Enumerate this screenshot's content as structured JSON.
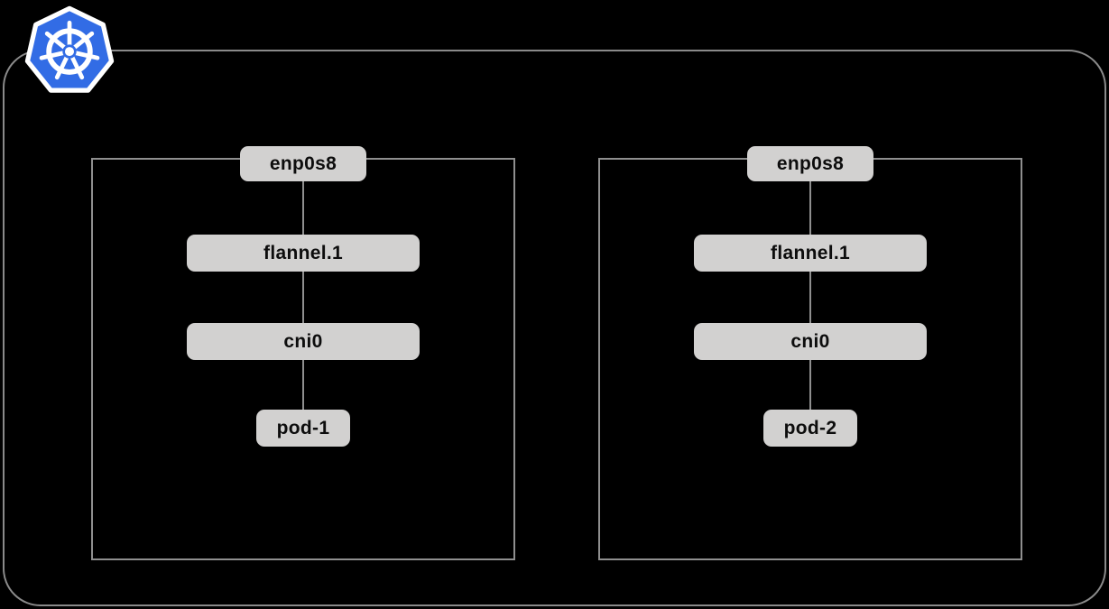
{
  "diagram": {
    "background_color": "#000000",
    "frame_border_color": "#8a8a8a",
    "node_border_color": "#8f8f8f",
    "box_fill_color": "#d2d1d0",
    "box_text_color": "#0d0d0d",
    "logo": {
      "name": "kubernetes-logo",
      "brand_color": "#326ce5"
    },
    "nodes": [
      {
        "boxes": [
          "enp0s8",
          "flannel.1",
          "cni0",
          "pod-1"
        ]
      },
      {
        "boxes": [
          "enp0s8",
          "flannel.1",
          "cni0",
          "pod-2"
        ]
      }
    ]
  }
}
